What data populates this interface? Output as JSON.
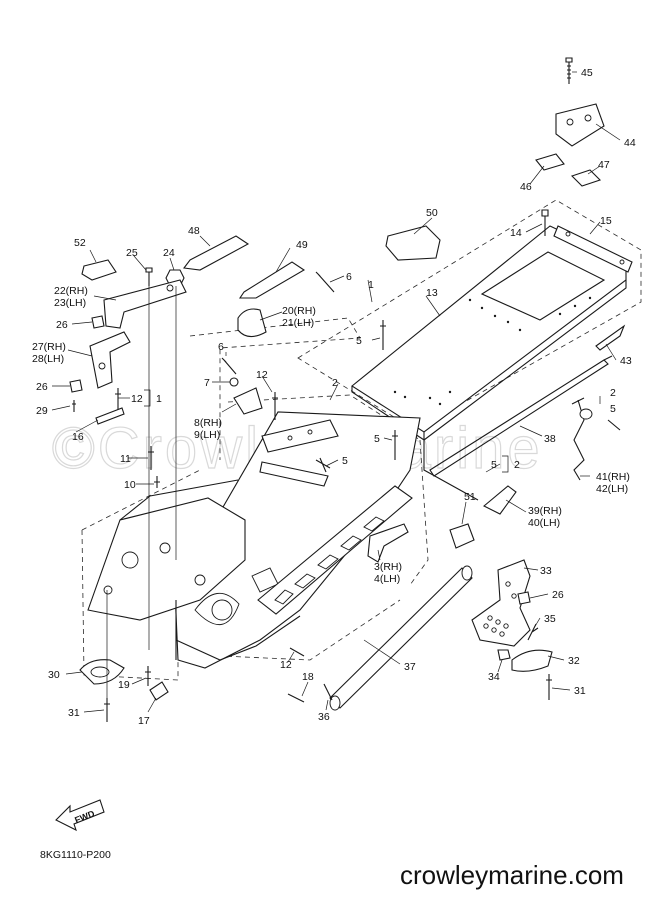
{
  "watermark": "©Crowley Marine",
  "diagram_code": "8KG1110-P200",
  "site_footer": "crowleymarine.com",
  "fwd_label": "FWD",
  "labels": [
    {
      "id": "45",
      "text": "45"
    },
    {
      "id": "44",
      "text": "44"
    },
    {
      "id": "47",
      "text": "47"
    },
    {
      "id": "46",
      "text": "46"
    },
    {
      "id": "50",
      "text": "50"
    },
    {
      "id": "14",
      "text": "14"
    },
    {
      "id": "15",
      "text": "15"
    },
    {
      "id": "48",
      "text": "48"
    },
    {
      "id": "49",
      "text": "49"
    },
    {
      "id": "52",
      "text": "52"
    },
    {
      "id": "25",
      "text": "25"
    },
    {
      "id": "24",
      "text": "24"
    },
    {
      "id": "6a",
      "text": "6"
    },
    {
      "id": "1a",
      "text": "1"
    },
    {
      "id": "13",
      "text": "13"
    },
    {
      "id": "22",
      "text": "22(RH)"
    },
    {
      "id": "23",
      "text": "23(LH)"
    },
    {
      "id": "20",
      "text": "20(RH)"
    },
    {
      "id": "21",
      "text": "21(LH)"
    },
    {
      "id": "26a",
      "text": "26"
    },
    {
      "id": "5a",
      "text": "5"
    },
    {
      "id": "43",
      "text": "43"
    },
    {
      "id": "27",
      "text": "27(RH)"
    },
    {
      "id": "28",
      "text": "28(LH)"
    },
    {
      "id": "6b",
      "text": "6"
    },
    {
      "id": "7",
      "text": "7"
    },
    {
      "id": "12a",
      "text": "12"
    },
    {
      "id": "2a",
      "text": "2"
    },
    {
      "id": "26b",
      "text": "26"
    },
    {
      "id": "2b",
      "text": "2"
    },
    {
      "id": "5b",
      "text": "5"
    },
    {
      "id": "29",
      "text": "29"
    },
    {
      "id": "12b",
      "text": "12"
    },
    {
      "id": "1b",
      "text": "1"
    },
    {
      "id": "8",
      "text": "8(RH)"
    },
    {
      "id": "9",
      "text": "9(LH)"
    },
    {
      "id": "16",
      "text": "16"
    },
    {
      "id": "38",
      "text": "38"
    },
    {
      "id": "5c",
      "text": "5"
    },
    {
      "id": "11",
      "text": "11"
    },
    {
      "id": "5d",
      "text": "5"
    },
    {
      "id": "5e",
      "text": "5"
    },
    {
      "id": "2c",
      "text": "2"
    },
    {
      "id": "41",
      "text": "41(RH)"
    },
    {
      "id": "42",
      "text": "42(LH)"
    },
    {
      "id": "10",
      "text": "10"
    },
    {
      "id": "51",
      "text": "51"
    },
    {
      "id": "39",
      "text": "39(RH)"
    },
    {
      "id": "40",
      "text": "40(LH)"
    },
    {
      "id": "3",
      "text": "3(RH)"
    },
    {
      "id": "4",
      "text": "4(LH)"
    },
    {
      "id": "33",
      "text": "33"
    },
    {
      "id": "26c",
      "text": "26"
    },
    {
      "id": "35",
      "text": "35"
    },
    {
      "id": "37",
      "text": "37"
    },
    {
      "id": "12c",
      "text": "12"
    },
    {
      "id": "32",
      "text": "32"
    },
    {
      "id": "30",
      "text": "30"
    },
    {
      "id": "19",
      "text": "19"
    },
    {
      "id": "18",
      "text": "18"
    },
    {
      "id": "34",
      "text": "34"
    },
    {
      "id": "31a",
      "text": "31"
    },
    {
      "id": "17",
      "text": "17"
    },
    {
      "id": "36",
      "text": "36"
    },
    {
      "id": "31b",
      "text": "31"
    }
  ]
}
